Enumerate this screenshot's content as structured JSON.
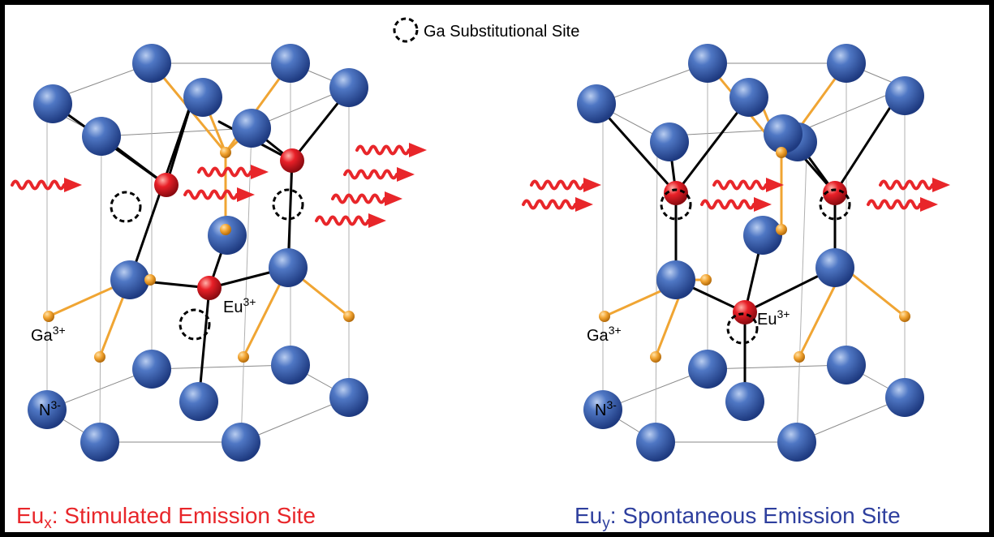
{
  "legend": {
    "text": "Ga Substitutional Site"
  },
  "left_panel": {
    "caption_main": "Eu",
    "caption_sub": "x",
    "caption_rest": ": Stimulated Emission Site",
    "caption_color": "#e8262a",
    "eu_label": "Eu",
    "eu_sup": "3+",
    "ga_label": "Ga",
    "ga_sup": "3+",
    "n_label": "N",
    "n_sup": "3-"
  },
  "right_panel": {
    "caption_main": "Eu",
    "caption_sub": "y",
    "caption_rest": ": Spontaneous Emission Site",
    "caption_color": "#2e3f9e",
    "eu_label": "Eu",
    "eu_sup": "3+",
    "ga_label": "Ga",
    "ga_sup": "3+",
    "n_label": "N",
    "n_sup": "3-"
  },
  "colors": {
    "nitrogen": "#3f67b5",
    "europium": "#e11d24",
    "gallium": "#f0a533",
    "bond": "#000000",
    "lattice": "#888888",
    "photon": "#e8262a"
  }
}
